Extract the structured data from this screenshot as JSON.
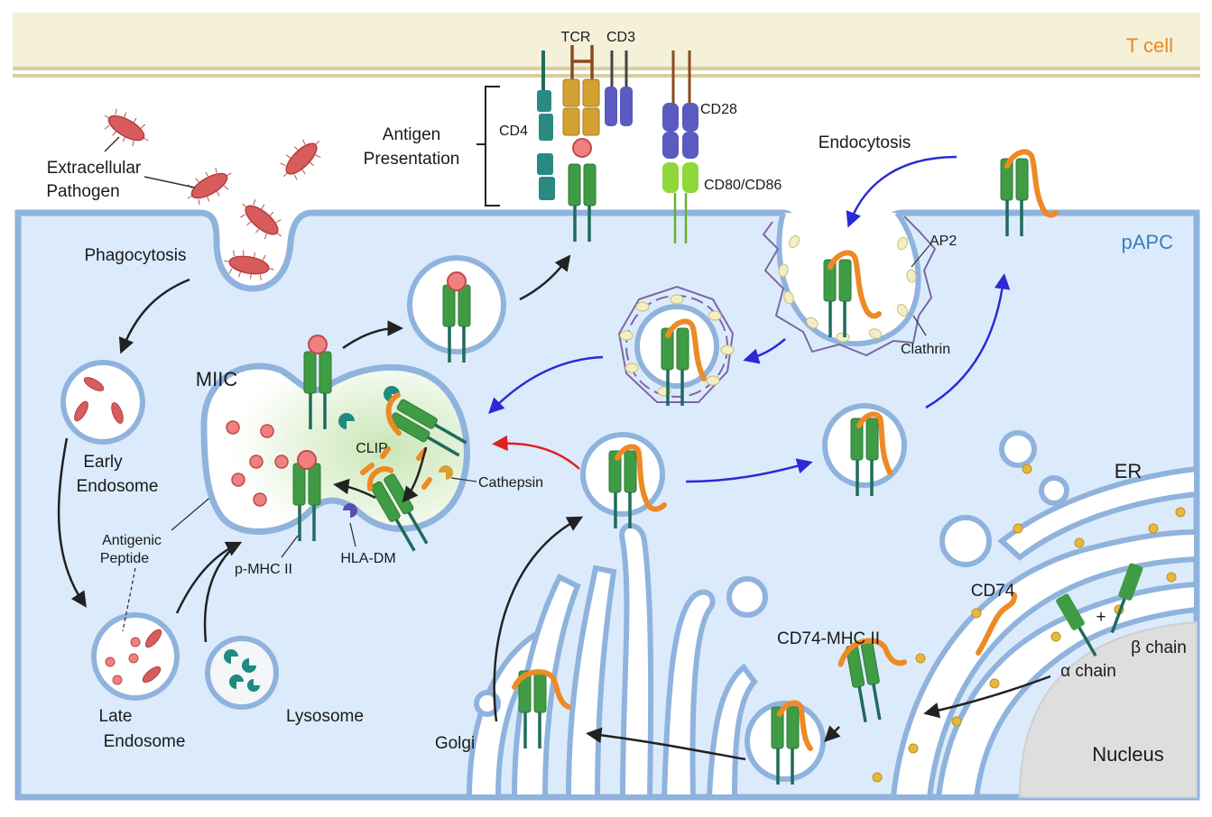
{
  "labels": {
    "t_cell": "T cell",
    "papc": "pAPC",
    "tcr": "TCR",
    "cd3": "CD3",
    "cd4": "CD4",
    "cd28": "CD28",
    "cd80_86": "CD80/CD86",
    "antigen_presentation_1": "Antigen",
    "antigen_presentation_2": "Presentation",
    "extracellular_pathogen_1": "Extracellular",
    "extracellular_pathogen_2": "Pathogen",
    "phagocytosis": "Phagocytosis",
    "endocytosis": "Endocytosis",
    "ap2": "AP2",
    "clathrin": "Clathrin",
    "miic": "MIIC",
    "early_endosome_1": "Early",
    "early_endosome_2": "Endosome",
    "antigenic_peptide_1": "Antigenic",
    "antigenic_peptide_2": "Peptide",
    "pmhc2": "p-MHC II",
    "hla_dm": "HLA-DM",
    "clip": "CLIP",
    "cathepsin": "Cathepsin",
    "late_endosome_1": "Late",
    "late_endosome_2": "Endosome",
    "lysosome": "Lysosome",
    "er": "ER",
    "cd74": "CD74",
    "cd74_mhc2": "CD74-MHC II",
    "alpha_chain": "α chain",
    "beta_chain": "β chain",
    "golgi": "Golgi",
    "nucleus": "Nucleus"
  },
  "colors": {
    "t_cell_bg": "#f5f0d8",
    "t_cell_label": "#e58a1f",
    "papc_bg": "#dcebfb",
    "papc_label": "#3a7cc0",
    "membrane": "#8fb3dd",
    "mhc_green": "#3f9c45",
    "mhc_stem": "#1f6b5c",
    "peptide_red": "#f08080",
    "cd74_orange": "#ee8a25",
    "bacteria": "#d95c5c",
    "clathrin": "#7b68a8",
    "ap2": "#f3eec3",
    "arrow_black": "#222222",
    "arrow_blue": "#2a2ad8",
    "arrow_red": "#e02020",
    "cathepsin": "#d9a030",
    "hla_dm": "#5a4db0",
    "lysosome_enzyme": "#1e8a80",
    "er_dot": "#e8b83a"
  }
}
